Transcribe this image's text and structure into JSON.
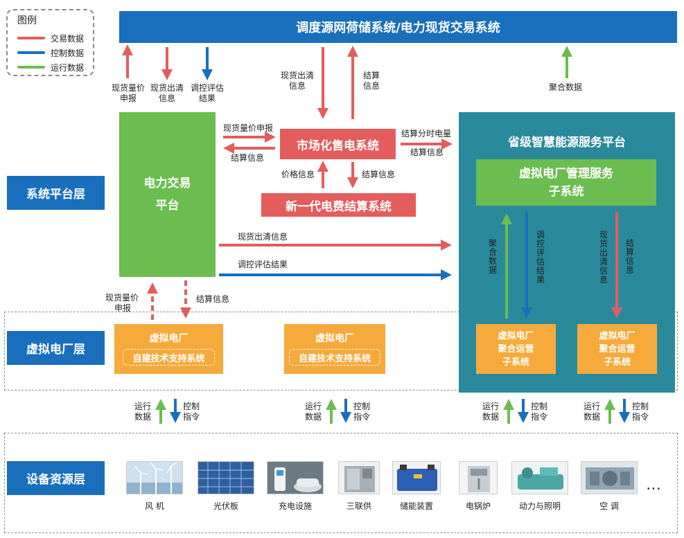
{
  "legend": {
    "title": "图例",
    "items": [
      {
        "label": "交易数据",
        "color": "#e35d5d"
      },
      {
        "label": "控制数据",
        "color": "#1a6fbd"
      },
      {
        "label": "运行数据",
        "color": "#6cbd4f"
      }
    ]
  },
  "top_system": "调度源网荷储系统/电力现货交易系统",
  "layers": {
    "platform": "系统平台层",
    "vpp": "虚拟电厂层",
    "device": "设备资源层"
  },
  "trading_platform": {
    "line1": "电力交易",
    "line2": "平台"
  },
  "market_system": "市场化售电系统",
  "billing_system": "新一代电费结算系统",
  "provincial_platform": {
    "title": "省级智慧能源服务平台",
    "vpp_mgmt_line1": "虚拟电厂管理服务",
    "vpp_mgmt_line2": "子系统"
  },
  "arrow_labels": {
    "spot_bid": [
      "现货量价",
      "申报"
    ],
    "spot_clear": [
      "现货出清",
      "信息"
    ],
    "dispatch_eval": [
      "调控评估",
      "结果"
    ],
    "mid_spot_clear": [
      "现货出清",
      "信息"
    ],
    "mid_settle": [
      "结算",
      "信息"
    ],
    "agg_data": "聚合数据",
    "market_bid": "现货量价申报",
    "market_settle": "结算信息",
    "market_out_line1": "结算分时电量",
    "market_out_line2": "结算信息",
    "price_info": "价格信息",
    "settle_info": "结算信息",
    "long_spot_clear": "现货出清信息",
    "long_eval": "调控评估结果",
    "vpp_bid": [
      "现货量价",
      "申报"
    ],
    "vpp_settle": "结算信息",
    "v_agg": "聚合数据",
    "v_eval": "调控评估结果",
    "v_clear": "现货出清信息",
    "v_settle": "结算信息"
  },
  "vpp_boxes": [
    {
      "title": "虚拟电厂",
      "sub": "自建技术支持系统"
    },
    {
      "title": "虚拟电厂",
      "sub": "自建技术支持系统"
    }
  ],
  "agg_boxes": [
    {
      "l1": "虚拟电厂",
      "l2": "聚合运营",
      "l3": "子系统"
    },
    {
      "l1": "虚拟电厂",
      "l2": "聚合运营",
      "l3": "子系统"
    }
  ],
  "io_labels": {
    "run": [
      "运行",
      "数据"
    ],
    "ctrl": [
      "控制",
      "指令"
    ]
  },
  "devices": [
    {
      "label": "风  机",
      "icon": "wind-turbine"
    },
    {
      "label": "光伏板",
      "icon": "solar-panel"
    },
    {
      "label": "充电设施",
      "icon": "charging-station"
    },
    {
      "label": "三联供",
      "icon": "cchp-unit"
    },
    {
      "label": "储能装置",
      "icon": "battery-storage"
    },
    {
      "label": "电锅炉",
      "icon": "electric-boiler"
    },
    {
      "label": "动力与照明",
      "icon": "power-lighting"
    },
    {
      "label": "空  调",
      "icon": "air-conditioner"
    }
  ],
  "ellipsis": "…"
}
